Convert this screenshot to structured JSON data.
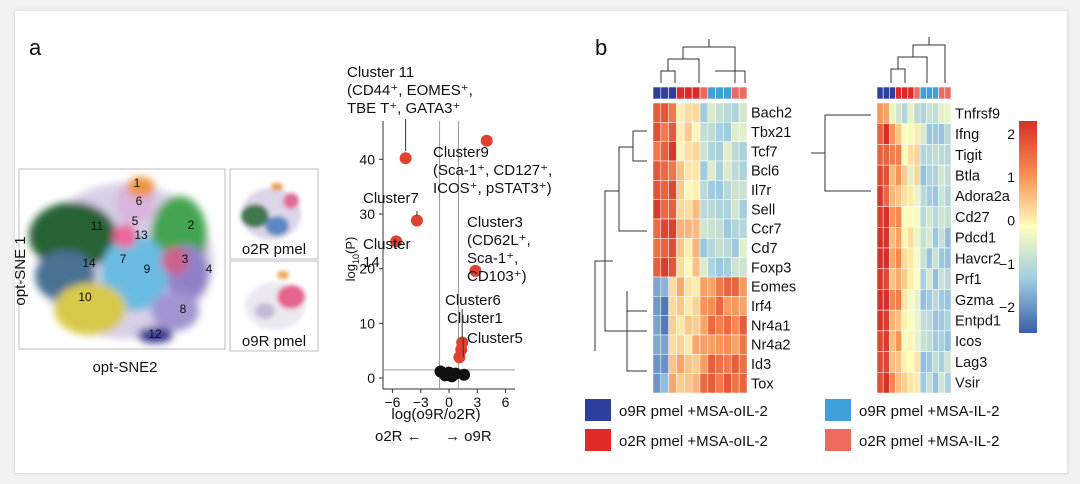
{
  "panels": {
    "a": "a",
    "b": "b"
  },
  "tsne": {
    "y_axis_label": "opt-SNE 1",
    "x_axis_label": "opt-SNE2",
    "cluster_numbers": [
      "1",
      "2",
      "3",
      "4",
      "5",
      "6",
      "7",
      "8",
      "9",
      "10",
      "11",
      "12",
      "13",
      "14"
    ],
    "insets": [
      "o2R pmel",
      "o9R pmel"
    ]
  },
  "volcano": {
    "ylabel_main": "log",
    "ylabel_sub": "10",
    "ylabel_end": "(P)",
    "xlabel": "log(o9R/o2R)",
    "direction_left": "o2R ←",
    "direction_right": "→ o9R",
    "x_ticks": [
      "−6",
      "−3",
      "0",
      "3",
      "6"
    ],
    "y_ticks": [
      "0",
      "10",
      "20",
      "30",
      "40"
    ],
    "annotations": {
      "c11": [
        "Cluster 11",
        "(CD44⁺, EOMES⁺,",
        "TBE T⁺, GATA3⁺"
      ],
      "c9": [
        "Cluster9",
        "(Sca-1⁺, CD127⁺,",
        "ICOS⁺, pSTAT3⁺)"
      ],
      "c7": [
        "Cluster7"
      ],
      "c14": [
        "Cluster",
        "14"
      ],
      "c3": [
        "Cluster3",
        "(CD62L⁺,",
        "Sca-1⁺,",
        "CD103⁺)"
      ],
      "c6": [
        "Cluster6"
      ],
      "c1": [
        "Cluster1"
      ],
      "c5": [
        "Cluster5"
      ]
    }
  },
  "chart_data": {
    "type": "scatter",
    "xlabel": "log(o9R/o2R)",
    "ylabel": "log10(P)",
    "xlim": [
      -7,
      7
    ],
    "ylim": [
      -2,
      47
    ],
    "points": [
      {
        "label": "Cluster 11",
        "x": -4.6,
        "y": 40.2,
        "color": "#e0402f"
      },
      {
        "label": "Cluster9",
        "x": 4.0,
        "y": 43.4,
        "color": "#e0402f"
      },
      {
        "label": "Cluster7",
        "x": -3.4,
        "y": 28.8,
        "color": "#e0402f"
      },
      {
        "label": "Cluster 14",
        "x": -5.6,
        "y": 25.0,
        "color": "#e0402f"
      },
      {
        "label": "Cluster3",
        "x": 2.8,
        "y": 19.6,
        "color": "#e0402f"
      },
      {
        "label": "Cluster6",
        "x": 1.4,
        "y": 6.5,
        "color": "#e0402f"
      },
      {
        "label": "Cluster1",
        "x": 1.3,
        "y": 5.2,
        "color": "#e0402f"
      },
      {
        "label": "Cluster5",
        "x": 1.1,
        "y": 3.8,
        "color": "#e0402f"
      },
      {
        "label": "",
        "x": -0.9,
        "y": 1.2,
        "color": "#111111"
      },
      {
        "label": "",
        "x": -0.4,
        "y": 0.5,
        "color": "#111111"
      },
      {
        "label": "",
        "x": 0.0,
        "y": 1.0,
        "color": "#111111"
      },
      {
        "label": "",
        "x": 0.3,
        "y": 0.3,
        "color": "#111111"
      },
      {
        "label": "",
        "x": 0.7,
        "y": 0.8,
        "color": "#111111"
      },
      {
        "label": "",
        "x": 1.6,
        "y": 0.6,
        "color": "#111111"
      }
    ],
    "vlines": [
      -1,
      1
    ],
    "hline": 1.5
  },
  "heatmap": {
    "genes_left": [
      "Bach2",
      "Tbx21",
      "Tcf7",
      "Bcl6",
      "Il7r",
      "Sell",
      "Ccr7",
      "Cd7",
      "Foxp3",
      "Eomes",
      "Irf4",
      "Nr4a1",
      "Nr4a2",
      "Id3",
      "Tox"
    ],
    "genes_right": [
      "Tnfrsf9",
      "Ifng",
      "Tigit",
      "Btla",
      "Adora2a",
      "Cd27",
      "Pdcd1",
      "Havcr2",
      "Prf1",
      "Gzma",
      "Entpd1",
      "Icos",
      "Lag3",
      "Vsir"
    ],
    "colorbar_ticks": [
      "2",
      "1",
      "0",
      "−1",
      "−2"
    ],
    "colors": {
      "high": "#d73027",
      "mid": "#ffffbf",
      "low": "#4575b4"
    }
  },
  "legend": [
    {
      "label": "o9R pmel +MSA-oIL-2",
      "color": "#2e3fa0"
    },
    {
      "label": "o9R pmel +MSA-IL-2",
      "color": "#3fa0da"
    },
    {
      "label": "o2R pmel +MSA-oIL-2",
      "color": "#e02a2a"
    },
    {
      "label": "o2R pmel +MSA-IL-2",
      "color": "#ef6a5e"
    }
  ]
}
